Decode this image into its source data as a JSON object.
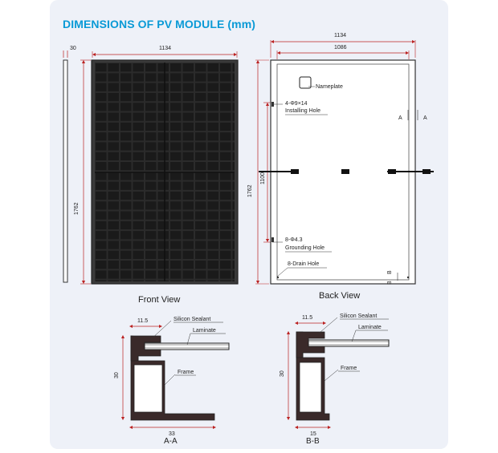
{
  "title": "DIMENSIONS OF PV MODULE (mm)",
  "front_view": {
    "caption": "Front View",
    "dim_width": "1134",
    "dim_height": "1762",
    "dim_thickness": "30"
  },
  "back_view": {
    "caption": "Back View",
    "dim_width_outer": "1134",
    "dim_width_inner": "1086",
    "dim_height_outer": "1762",
    "dim_height_inner": "1100",
    "nameplate": "Nameplate",
    "installing_hole_spec": "4-Φ9×14",
    "installing_hole": "Installing Hole",
    "grounding_hole_spec": "8-Φ4.3",
    "grounding_hole": "Grounding Hole",
    "drain_hole": "8-Drain Hole",
    "section_a_label": "A",
    "section_b_label": "B"
  },
  "section_aa": {
    "caption": "A-A",
    "dim_top": "11.5",
    "dim_height": "30",
    "dim_bottom": "33",
    "silicon_sealant": "Silicon Sealant",
    "laminate": "Laminate",
    "frame": "Frame"
  },
  "section_bb": {
    "caption": "B-B",
    "dim_top": "11.5",
    "dim_height": "30",
    "dim_bottom": "15",
    "silicon_sealant": "Silicon Sealant",
    "laminate": "Laminate",
    "frame": "Frame"
  }
}
